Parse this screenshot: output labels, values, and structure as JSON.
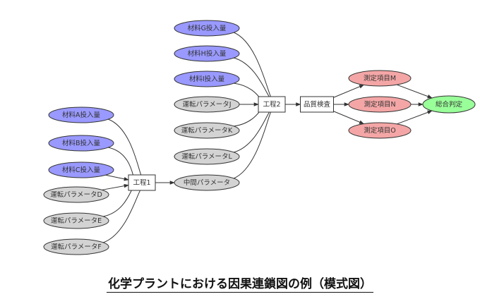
{
  "caption": "化学プラントにおける因果連鎖図の例（模式図）",
  "colors": {
    "material": "#9999ff",
    "parameter": "#d3d3d3",
    "measurement": "#f4a6a6",
    "judgement": "#99ff99",
    "process": "#ffffff",
    "stroke": "#333333"
  },
  "nodes": [
    {
      "id": "A",
      "label": "材料A投入量",
      "kind": "material"
    },
    {
      "id": "B",
      "label": "材料B投入量",
      "kind": "material"
    },
    {
      "id": "C",
      "label": "材料C投入量",
      "kind": "material"
    },
    {
      "id": "D",
      "label": "運転パラメータD",
      "kind": "parameter"
    },
    {
      "id": "E",
      "label": "運転パラメータE",
      "kind": "parameter"
    },
    {
      "id": "F",
      "label": "運転パラメータF",
      "kind": "parameter"
    },
    {
      "id": "P1",
      "label": "工程1",
      "kind": "process"
    },
    {
      "id": "G",
      "label": "材料G投入量",
      "kind": "material"
    },
    {
      "id": "H",
      "label": "材料H投入量",
      "kind": "material"
    },
    {
      "id": "I",
      "label": "材料I投入量",
      "kind": "material"
    },
    {
      "id": "J",
      "label": "運転パラメータJ",
      "kind": "parameter"
    },
    {
      "id": "K",
      "label": "運転パラメータK",
      "kind": "parameter"
    },
    {
      "id": "L",
      "label": "運転パラメータL",
      "kind": "parameter"
    },
    {
      "id": "MID",
      "label": "中間パラメータ",
      "kind": "parameter"
    },
    {
      "id": "P2",
      "label": "工程2",
      "kind": "process"
    },
    {
      "id": "QC",
      "label": "品質検査",
      "kind": "process"
    },
    {
      "id": "M",
      "label": "測定項目M",
      "kind": "measurement"
    },
    {
      "id": "N",
      "label": "測定項目N",
      "kind": "measurement"
    },
    {
      "id": "O",
      "label": "測定項目O",
      "kind": "measurement"
    },
    {
      "id": "JUDGE",
      "label": "総合判定",
      "kind": "judgement"
    }
  ],
  "edges": [
    [
      "A",
      "P1"
    ],
    [
      "B",
      "P1"
    ],
    [
      "C",
      "P1"
    ],
    [
      "D",
      "P1"
    ],
    [
      "E",
      "P1"
    ],
    [
      "F",
      "P1"
    ],
    [
      "P1",
      "MID"
    ],
    [
      "G",
      "P2"
    ],
    [
      "H",
      "P2"
    ],
    [
      "I",
      "P2"
    ],
    [
      "J",
      "P2"
    ],
    [
      "K",
      "P2"
    ],
    [
      "L",
      "P2"
    ],
    [
      "MID",
      "P2"
    ],
    [
      "P2",
      "QC"
    ],
    [
      "QC",
      "M"
    ],
    [
      "QC",
      "N"
    ],
    [
      "QC",
      "O"
    ],
    [
      "M",
      "JUDGE"
    ],
    [
      "N",
      "JUDGE"
    ],
    [
      "O",
      "JUDGE"
    ]
  ]
}
